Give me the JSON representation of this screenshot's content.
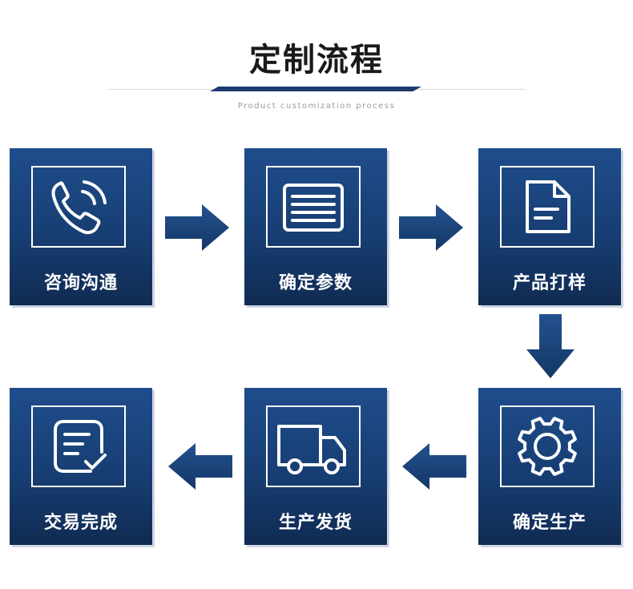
{
  "header": {
    "title": "定制流程",
    "subtitle": "Product customization process"
  },
  "steps": [
    {
      "label": "咨询沟通",
      "icon": "phone-icon"
    },
    {
      "label": "确定参数",
      "icon": "document-lines-icon"
    },
    {
      "label": "产品打样",
      "icon": "file-icon"
    },
    {
      "label": "确定生产",
      "icon": "gear-icon"
    },
    {
      "label": "生产发货",
      "icon": "truck-icon"
    },
    {
      "label": "交易完成",
      "icon": "checklist-icon"
    }
  ],
  "colors": {
    "card": "#1b4580",
    "accent": "#1b3b6f",
    "text": "#ffffff"
  }
}
